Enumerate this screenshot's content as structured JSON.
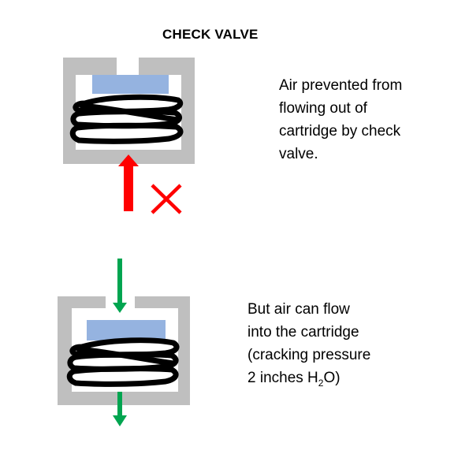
{
  "title": "CHECK VALVE",
  "top_caption": {
    "lines": [
      "Air prevented from",
      "flowing out of",
      "cartridge by check",
      "valve."
    ]
  },
  "bottom_caption": {
    "line1": "But air can flow",
    "line2": "into the cartridge",
    "line3": "(cracking pressure",
    "line4_prefix": "2 inches H",
    "line4_sub": "2",
    "line4_suffix": "O)"
  },
  "colors": {
    "housing": "#bfbfbf",
    "membrane": "#95b3e0",
    "blocked_arrow": "#ff0000",
    "blocked_mark": "#ff0000",
    "flow_arrow": "#00a550",
    "spring": "#000000"
  }
}
